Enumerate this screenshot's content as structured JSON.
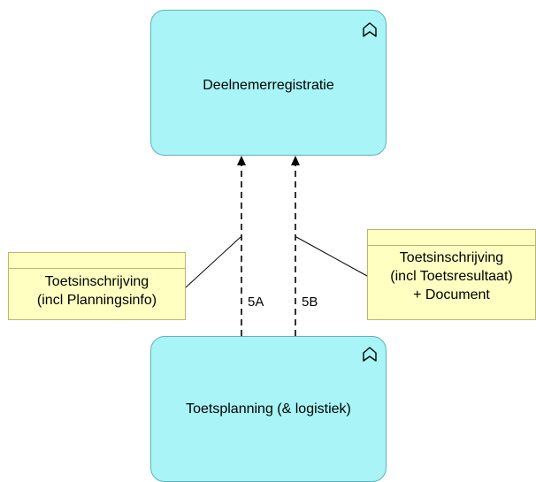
{
  "nodes": {
    "top": {
      "label": "Deelnemerregistratie",
      "icon": "archimate-function-icon"
    },
    "bottom": {
      "label": "Toetsplanning (& logistiek)",
      "icon": "archimate-function-icon"
    }
  },
  "objects": {
    "left": {
      "lines": [
        "Toetsinschrijving",
        "(incl Planningsinfo)"
      ]
    },
    "right": {
      "lines": [
        "Toetsinschrijving",
        "(incl Toetsresultaat)",
        "+ Document"
      ]
    }
  },
  "flows": {
    "a": {
      "label": "5A"
    },
    "b": {
      "label": "5B"
    }
  },
  "colors": {
    "node_fill": "#a8f4f6",
    "node_border": "#5fb2bd",
    "object_fill": "#ffffc2",
    "object_border": "#b8b86a"
  }
}
